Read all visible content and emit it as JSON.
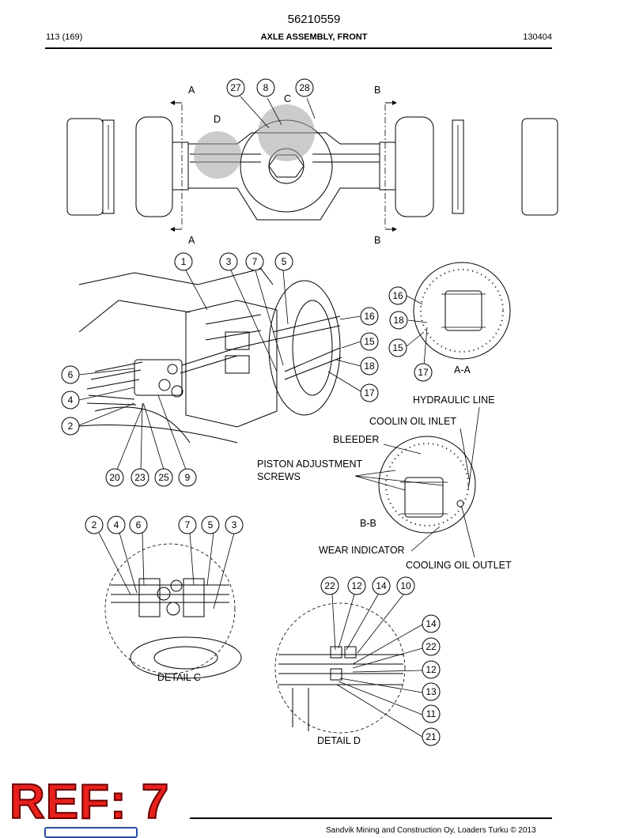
{
  "header": {
    "doc_number": "56210559",
    "page": "113 (169)",
    "title": "AXLE ASSEMBLY, FRONT",
    "date_code": "130404"
  },
  "top_view": {
    "section_a": "A",
    "section_b": "B",
    "detail_c": "C",
    "detail_d": "D",
    "callouts": [
      "27",
      "8",
      "28"
    ]
  },
  "main_view": {
    "callouts_top": [
      "1",
      "3",
      "7",
      "5"
    ],
    "callouts_left": [
      "6",
      "4",
      "2"
    ],
    "callouts_bottom": [
      "20",
      "23",
      "25",
      "9"
    ],
    "callouts_right": [
      "16",
      "15",
      "18",
      "17"
    ]
  },
  "section_aa": {
    "label": "A-A",
    "callouts": [
      "16",
      "18",
      "15",
      "17"
    ]
  },
  "section_bb": {
    "label": "B-B",
    "hydraulic_line": "HYDRAULIC LINE",
    "coolin_oil_inlet": "COOLIN OIL INLET",
    "bleeder": "BLEEDER",
    "piston_line1": "PISTON ADJUSTMENT",
    "piston_line2": "SCREWS",
    "wear_indicator": "WEAR INDICATOR",
    "cooling_oil_outlet": "COOLING OIL OUTLET"
  },
  "detail_c": {
    "label": "DETAIL C",
    "callouts": [
      "2",
      "4",
      "6",
      "7",
      "5",
      "3"
    ]
  },
  "detail_d": {
    "label": "DETAIL D",
    "callouts_top": [
      "22",
      "12",
      "14",
      "10"
    ],
    "callouts_right": [
      "14",
      "22",
      "12",
      "13",
      "11",
      "21"
    ]
  },
  "stamp": {
    "text": "REF: 7",
    "color": "#e8201c"
  },
  "footer": {
    "text": "Sandvik Mining and Construction Oy, Loaders Turku © 2013"
  }
}
